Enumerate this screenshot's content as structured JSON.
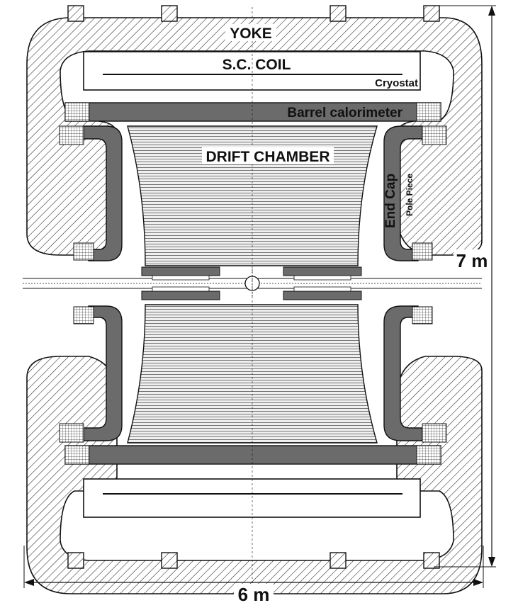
{
  "labels": {
    "yoke": "YOKE",
    "coil": "S.C.  COIL",
    "cryostat": "Cryostat",
    "barrel": "Barrel calorimeter",
    "drift": "DRIFT CHAMBER",
    "endcap": "End Cap",
    "polepiece": "Pole Piece"
  },
  "dimensions": {
    "height": "7 m",
    "width": "6 m"
  },
  "colors": {
    "ink": "#111111",
    "calorimeter_fill": "#6b6b6b",
    "chamber_fill": "#e6e6e6",
    "background": "#ffffff"
  }
}
